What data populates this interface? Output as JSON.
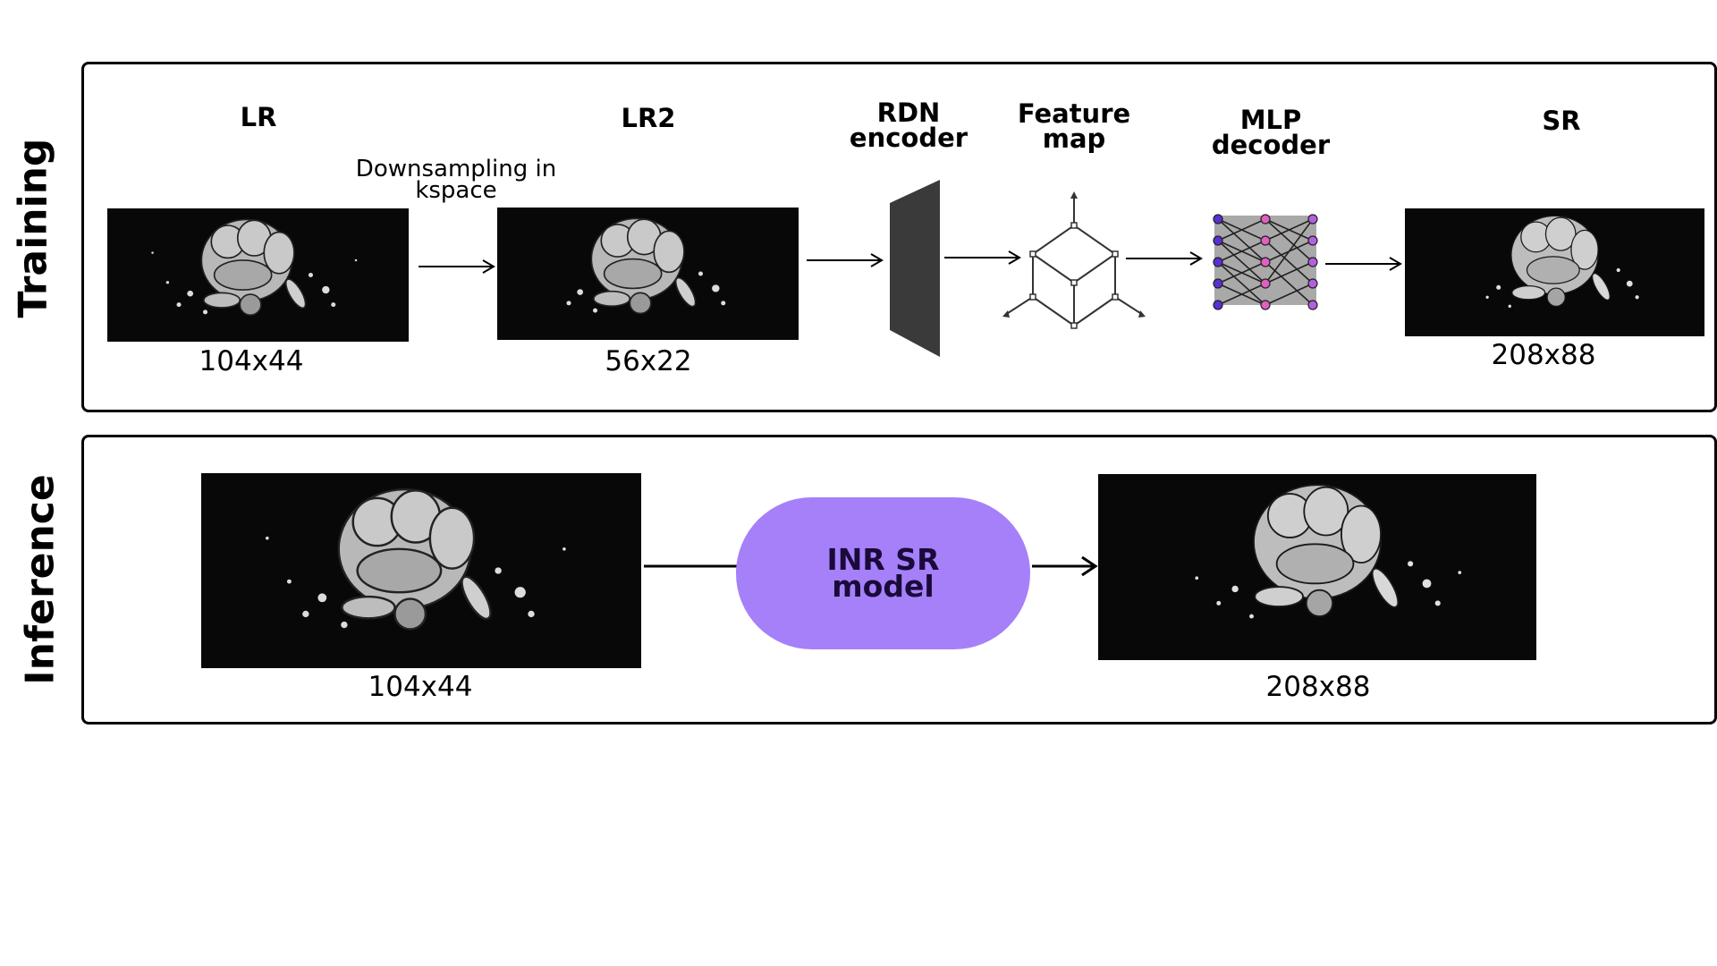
{
  "side_labels": {
    "training": "Training",
    "inference": "Inference"
  },
  "training": {
    "lr_title": "LR",
    "lr2_title": "LR2",
    "rdn_title": "RDN\nencoder",
    "feature_title": "Feature\nmap",
    "mlp_title": "MLP\ndecoder",
    "sr_title": "SR",
    "downsample_note": "Downsampling in\nkspace",
    "lr_dim": "104x44",
    "lr2_dim": "56x22",
    "sr_dim": "208x88"
  },
  "inference": {
    "model_label": "INR SR\nmodel",
    "lr_dim": "104x44",
    "sr_dim": "208x88"
  },
  "colors": {
    "encoder": "#3a3a3a",
    "pill": "#a580f9",
    "mlp_input_node": "#5b2fd6",
    "mlp_hidden_node": "#e05fc0",
    "mlp_output_node": "#b35fe0"
  }
}
